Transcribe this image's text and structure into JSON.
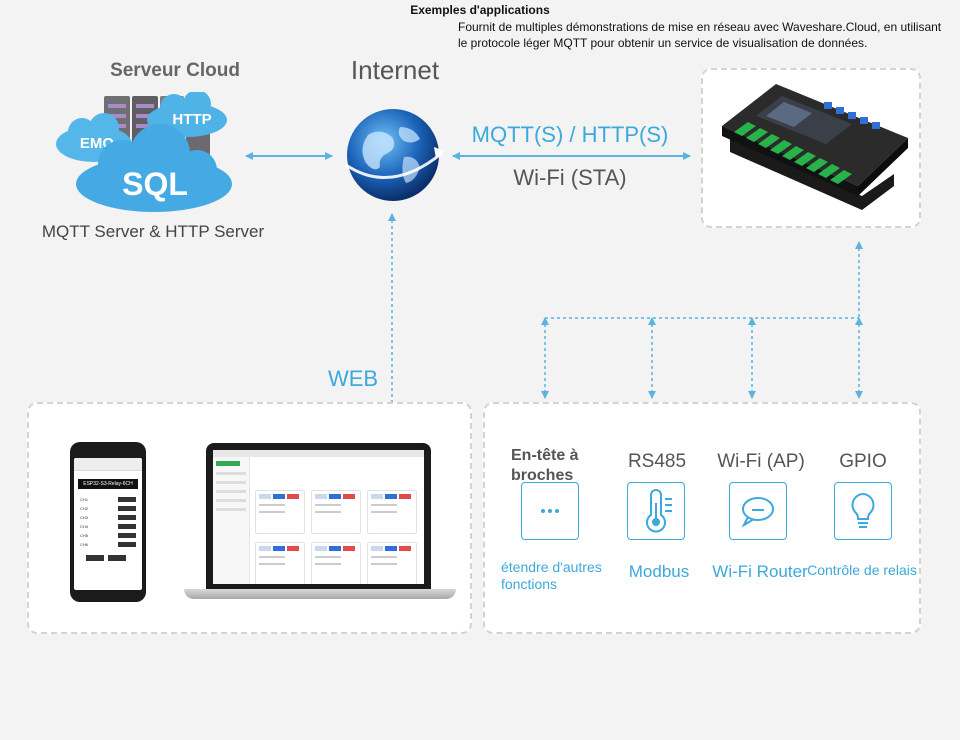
{
  "header": {
    "title": "Exemples d'applications",
    "description": "Fournit de multiples démonstrations de mise en réseau avec Waveshare.Cloud, en utilisant le protocole léger MQTT pour obtenir un service de visualisation de données."
  },
  "cloud": {
    "title": "Serveur Cloud",
    "badges": [
      "EMQ",
      "HTTP",
      "SQL"
    ],
    "subtitle": "MQTT Server & HTTP Server"
  },
  "internet": {
    "title": "Internet"
  },
  "link": {
    "protocol": "MQTT(S) / HTTP(S)",
    "mode": "Wi-Fi (STA)"
  },
  "web": {
    "label": "WEB"
  },
  "phone": {
    "app_title": "ESP32-S3-Relay-6CH",
    "rows": [
      "CH1",
      "CH2",
      "CH3",
      "CH4",
      "CH5",
      "CH6"
    ]
  },
  "interfaces": [
    {
      "title": "En-tête à broches",
      "subtitle": "étendre d'autres fonctions",
      "icon": "ellipsis-icon"
    },
    {
      "title": "RS485",
      "subtitle": "Modbus",
      "icon": "thermometer-icon"
    },
    {
      "title": "Wi-Fi (AP)",
      "subtitle": "Wi-Fi Router",
      "icon": "chat-bubble-icon"
    },
    {
      "title": "GPIO",
      "subtitle": "Contrôle de relais",
      "icon": "lightbulb-icon"
    }
  ],
  "colors": {
    "accent": "#3ba9dc",
    "arrow": "#5bb3e0",
    "panel_border": "#d3d3d3"
  }
}
